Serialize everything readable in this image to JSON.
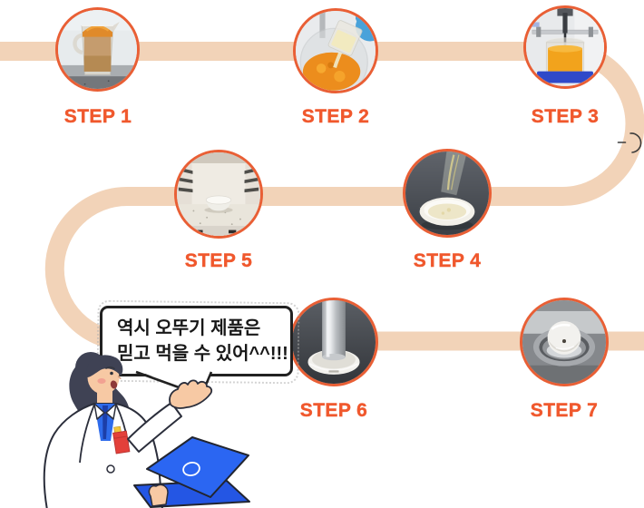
{
  "steps": [
    {
      "label": "STEP 1",
      "photo": "measuring-jug-with-curry-powder"
    },
    {
      "label": "STEP 2",
      "photo": "pouring-cream-liquid-into-powder-bowl"
    },
    {
      "label": "STEP 3",
      "photo": "overhead-stirrer-mixing-orange-liquid"
    },
    {
      "label": "STEP 4",
      "photo": "pouring-mixture-into-white-dish"
    },
    {
      "label": "STEP 5",
      "photo": "white-bowl-inside-microwave"
    },
    {
      "label": "STEP 6",
      "photo": "metal-cylinder-in-white-bowl"
    },
    {
      "label": "STEP 7",
      "photo": "sample-cup-on-metal-stand"
    }
  ],
  "speech_bubble": {
    "line1": "역시 오뚜기 제품은",
    "line2": "믿고 먹을 수 있어^^!!!"
  },
  "colors": {
    "path_band": "#F2D3B8",
    "accent_orange": "#F0582D",
    "circle_ring": "#E95F35",
    "bubble_border": "#222222",
    "bubble_text": "#181818",
    "hair": "#3F4254",
    "skin": "#F7C9A4",
    "laptop_blue": "#2B66F2",
    "shirt_blue": "#2E6BEB",
    "pocket_red": "#E3403A"
  }
}
